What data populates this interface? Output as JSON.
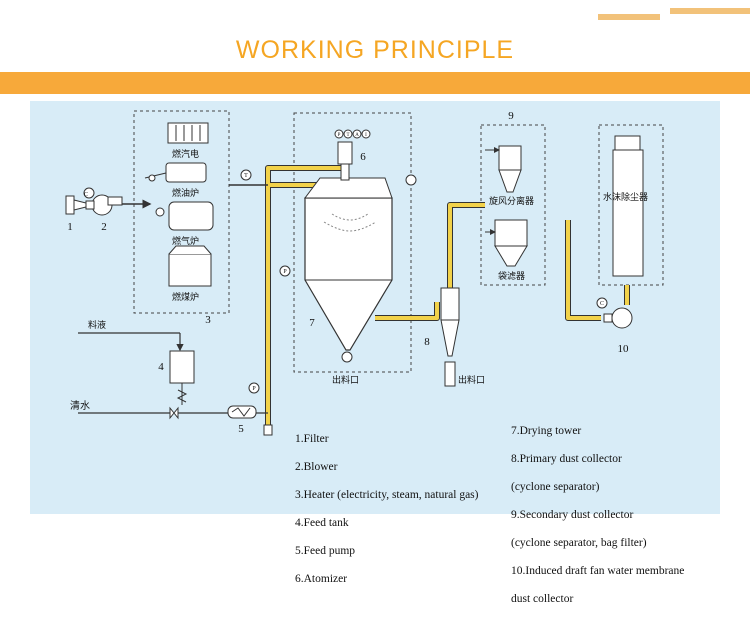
{
  "title": "WORKING PRINCIPLE",
  "colors": {
    "accent": "#f7a93a",
    "panel": "#d8ecf7",
    "pipe": "#f2d24a"
  },
  "numbers": [
    "1",
    "2",
    "3",
    "4",
    "5",
    "6",
    "7",
    "8",
    "9",
    "10"
  ],
  "labels": {
    "steam": "燃汽电",
    "oil": "燃油炉",
    "gas": "燃气炉",
    "coal": "燃煤炉",
    "feed_liquid": "料液",
    "clear_water": "清水",
    "outlet_tower": "出料口",
    "outlet_cyclone": "出料口",
    "cyclone": "旋风分离器",
    "bag_filter": "袋滤器",
    "water_film": "水沫除尘器"
  },
  "instruments": {
    "c": "C",
    "t": "T",
    "p": "P",
    "a": "A",
    "i": "I"
  },
  "legend_left": [
    "1.Filter",
    "2.Blower",
    "3.Heater (electricity, steam, natural gas)",
    "4.Feed tank",
    "5.Feed pump",
    "6.Atomizer"
  ],
  "legend_right": [
    "7.Drying tower",
    "8.Primary dust collector",
    "(cyclone separator)",
    "9.Secondary dust collector",
    "(cyclone separator, bag filter)",
    "10.Induced draft fan water membrane",
    "dust collector"
  ]
}
